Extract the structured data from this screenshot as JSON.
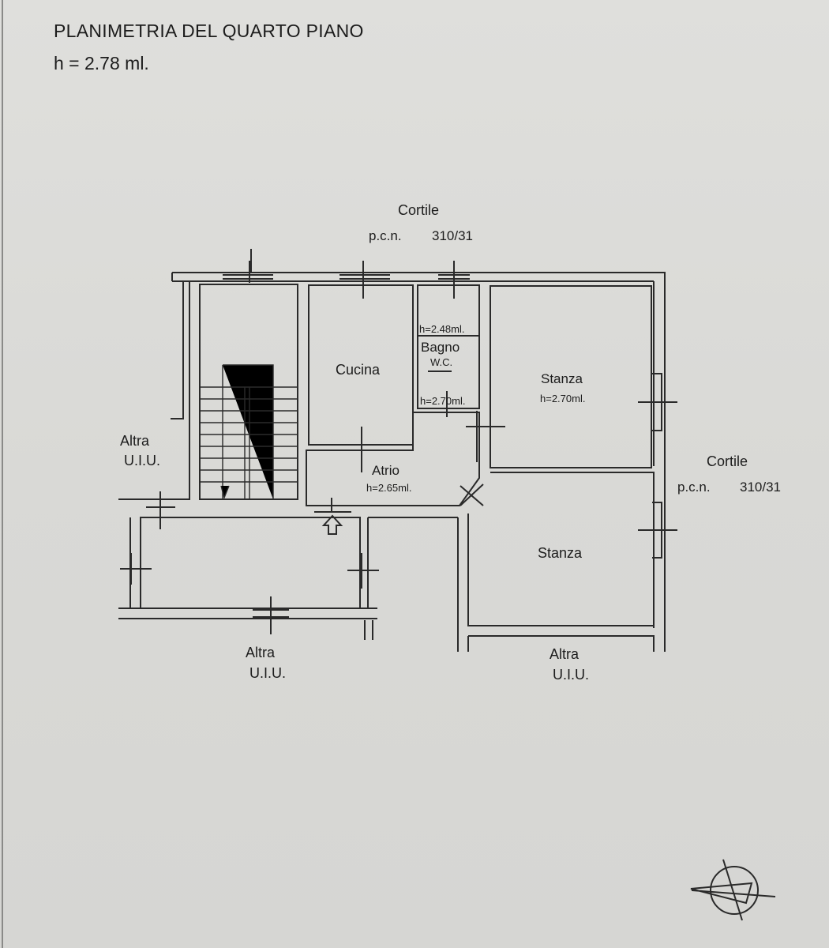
{
  "header": {
    "title": "PLANIMETRIA DEL QUARTO PIANO",
    "height": "h = 2.78 ml."
  },
  "surroundings": {
    "north": {
      "name": "Cortile",
      "pcn_label": "p.c.n.",
      "pcn_value": "310/31"
    },
    "east": {
      "name": "Cortile",
      "pcn_label": "p.c.n.",
      "pcn_value": "310/31"
    },
    "west": {
      "line1": "Altra",
      "line2": "U.I.U."
    },
    "south_left": {
      "line1": "Altra",
      "line2": "U.I.U."
    },
    "south_right": {
      "line1": "Altra",
      "line2": "U.I.U."
    }
  },
  "rooms": {
    "cucina": {
      "name": "Cucina"
    },
    "bagno": {
      "name": "Bagno",
      "sub": "W.C.",
      "height_top": "h=2.48ml.",
      "height_bottom": "h=2.70ml."
    },
    "stanza_1": {
      "name": "Stanza",
      "height": "h=2.70ml."
    },
    "atrio": {
      "name": "Atrio",
      "height": "h=2.65ml."
    },
    "stanza_2": {
      "name": "Stanza"
    }
  }
}
